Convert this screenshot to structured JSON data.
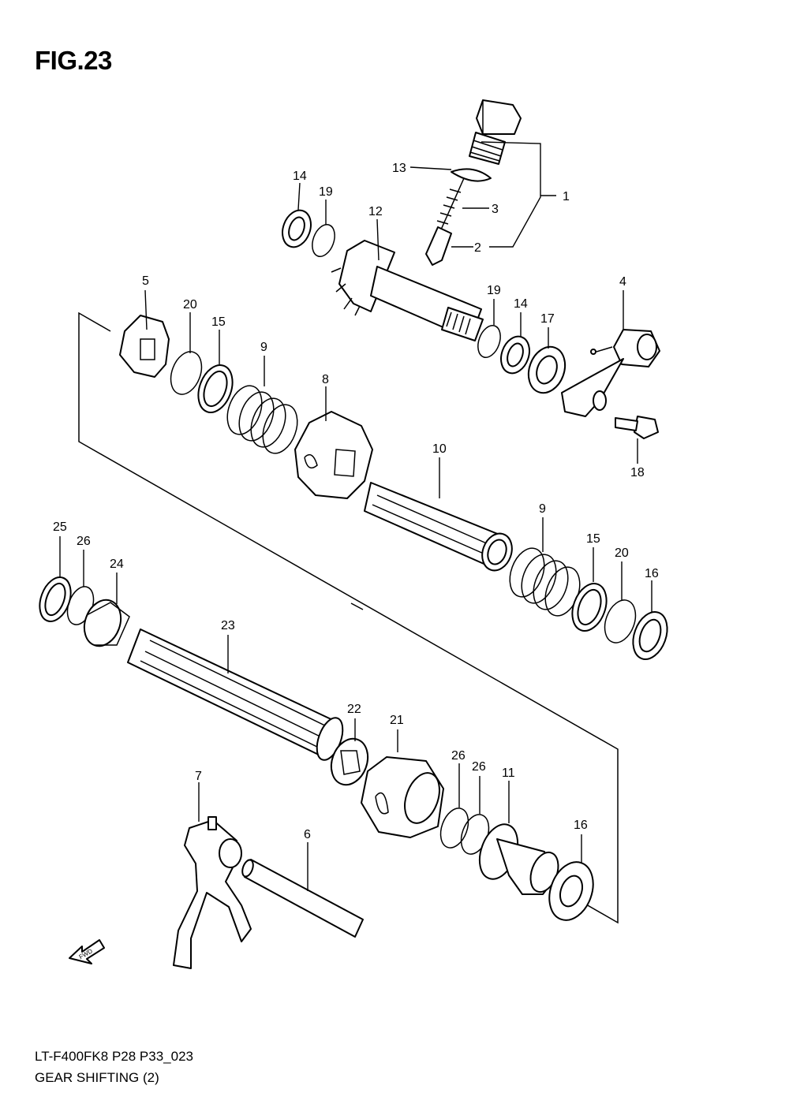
{
  "figure": {
    "title": "FIG.23"
  },
  "footer": {
    "code": "LT-F400FK8  P28  P33_023",
    "title": "GEAR SHIFTING (2)"
  },
  "direction": {
    "label": "FWD"
  },
  "callouts": [
    {
      "num": "1"
    },
    {
      "num": "2"
    },
    {
      "num": "3"
    },
    {
      "num": "13"
    },
    {
      "num": "14"
    },
    {
      "num": "19"
    },
    {
      "num": "12"
    },
    {
      "num": "5"
    },
    {
      "num": "20"
    },
    {
      "num": "15"
    },
    {
      "num": "9"
    },
    {
      "num": "19"
    },
    {
      "num": "14"
    },
    {
      "num": "17"
    },
    {
      "num": "4"
    },
    {
      "num": "18"
    },
    {
      "num": "8"
    },
    {
      "num": "10"
    },
    {
      "num": "9"
    },
    {
      "num": "15"
    },
    {
      "num": "20"
    },
    {
      "num": "16"
    },
    {
      "num": "25"
    },
    {
      "num": "26"
    },
    {
      "num": "24"
    },
    {
      "num": "23"
    },
    {
      "num": "22"
    },
    {
      "num": "21"
    },
    {
      "num": "26"
    },
    {
      "num": "26"
    },
    {
      "num": "11"
    },
    {
      "num": "16"
    },
    {
      "num": "7"
    },
    {
      "num": "6"
    }
  ]
}
